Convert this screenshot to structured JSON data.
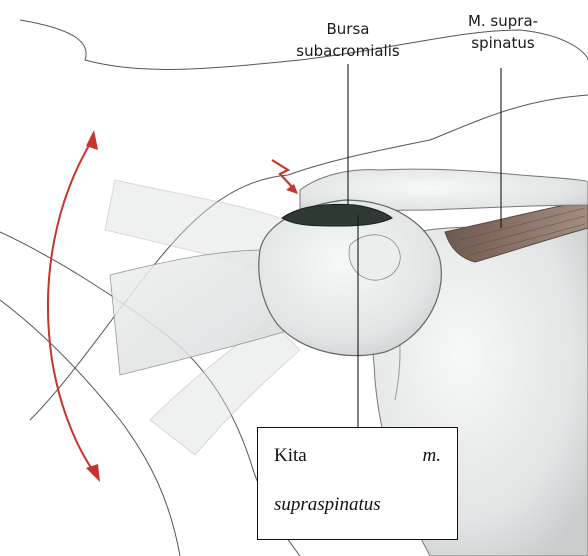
{
  "labels": {
    "bursa_line1": "Bursa",
    "bursa_line2": "subacromialis",
    "supraspinatus_line1": "M. supra-",
    "supraspinatus_line2": "spinatus"
  },
  "caption": {
    "word1": "Kita",
    "word2": "m.",
    "word3": "supraspinatus"
  },
  "icons": {
    "motion_arrow": "double-headed-curved-arrow",
    "impingement_mark": "lightning-bolt-icon"
  },
  "colors": {
    "arrow": "#c8342a",
    "bursa": "#2e3a33",
    "muscle": "#8a7266",
    "bone": "#e4e6e6",
    "outline": "#4a4a4a"
  }
}
